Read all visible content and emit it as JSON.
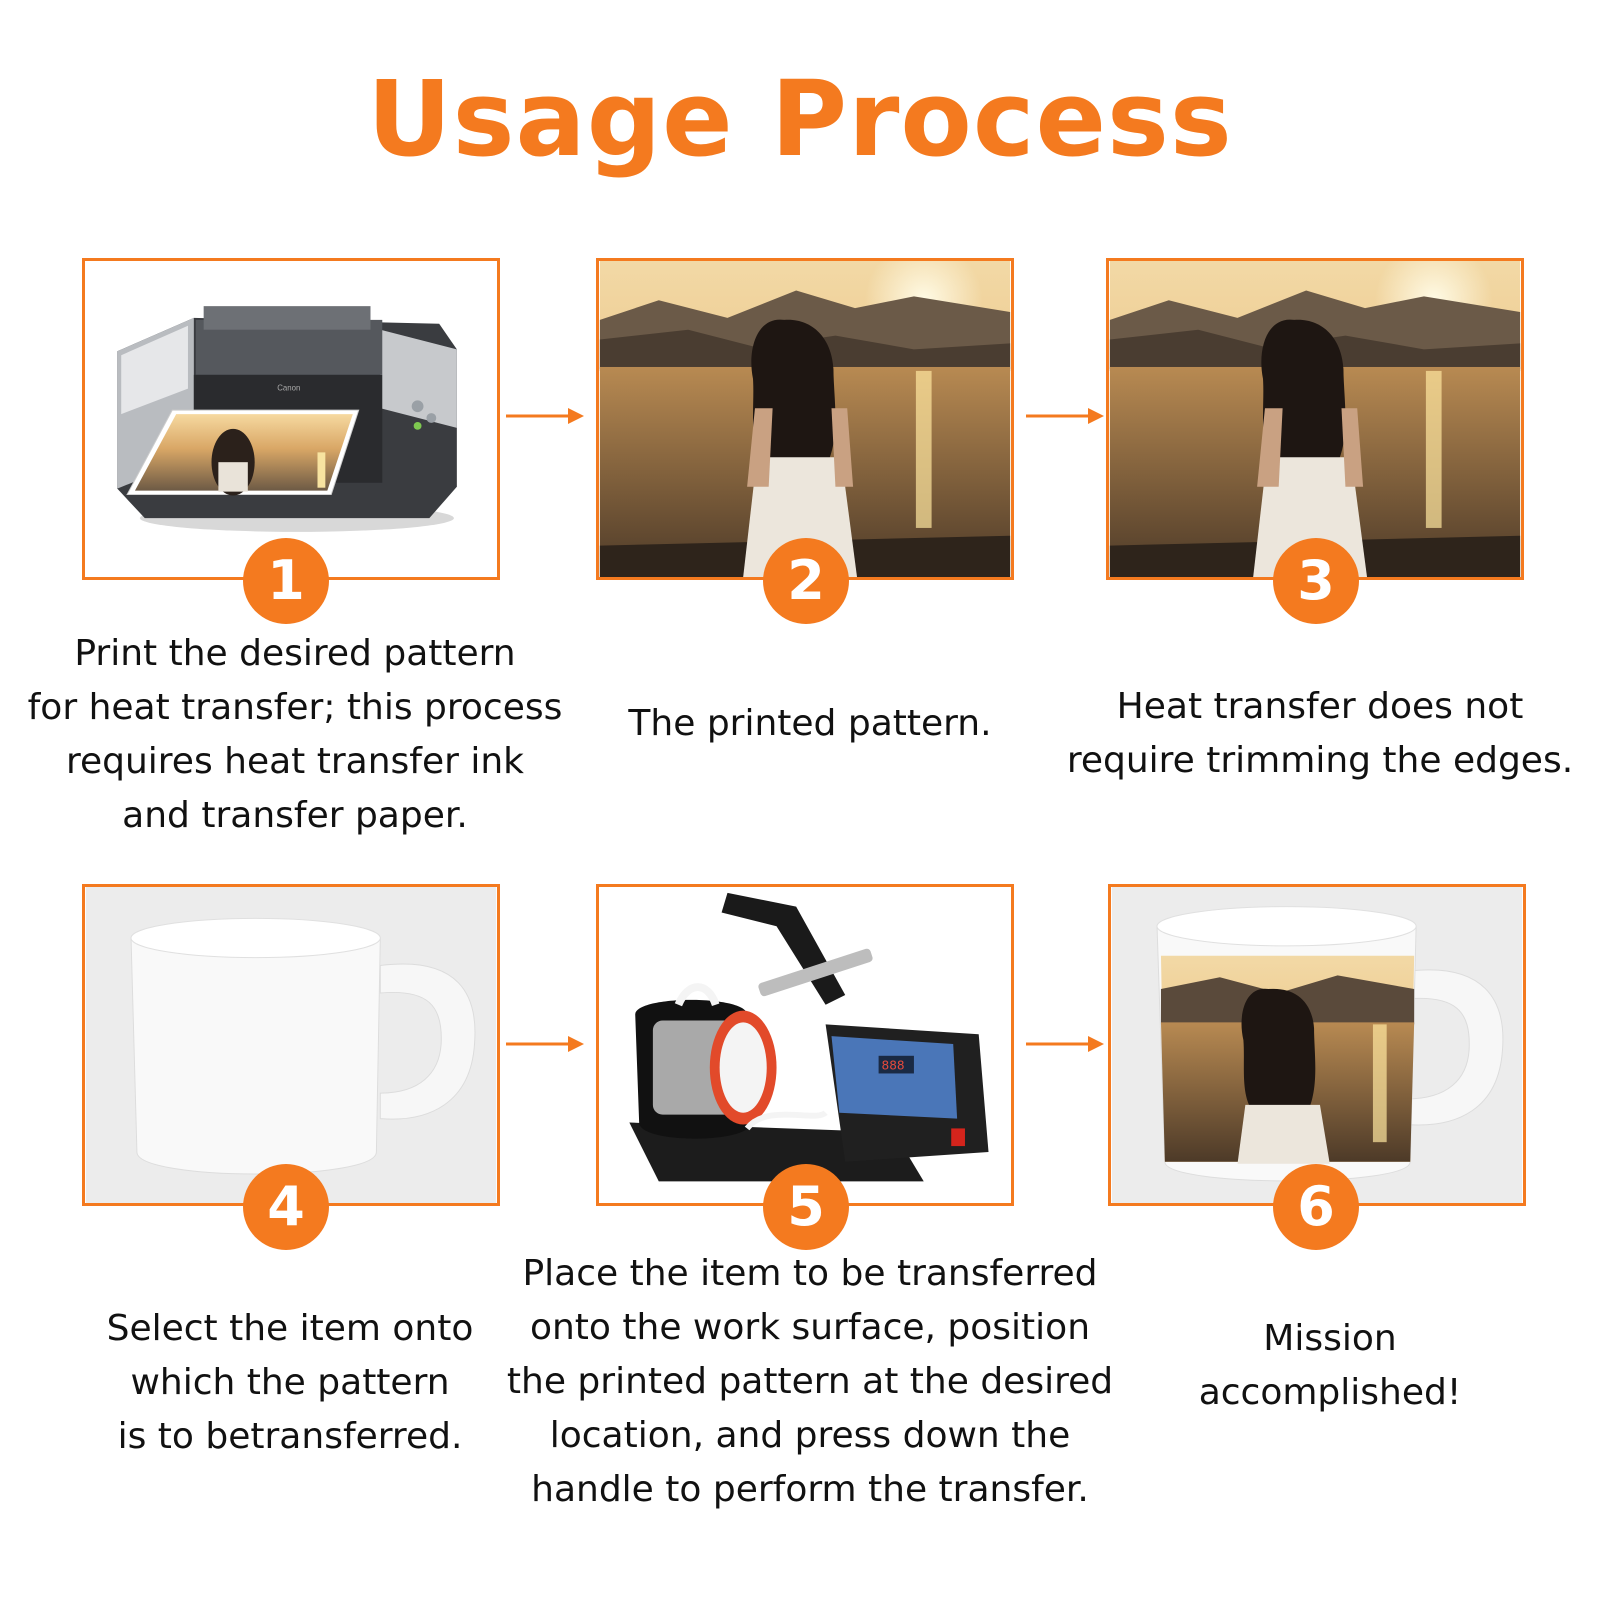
{
  "title": "Usage Process",
  "accent_color": "#f47a1f",
  "steps": [
    {
      "number": "1",
      "image": "printer-printing-photo",
      "caption": [
        "Print the desired pattern",
        "for heat transfer; this process",
        "requires heat transfer ink",
        "and transfer paper."
      ]
    },
    {
      "number": "2",
      "image": "woman-sunset-lake-photo",
      "caption": [
        "The printed pattern."
      ]
    },
    {
      "number": "3",
      "image": "woman-sunset-lake-photo",
      "caption": [
        "Heat transfer does not",
        "require trimming the edges."
      ]
    },
    {
      "number": "4",
      "image": "blank-white-mug",
      "caption": [
        "Select the item onto",
        "which the pattern",
        "is to betransferred."
      ]
    },
    {
      "number": "5",
      "image": "mug-heat-press-machine",
      "caption": [
        "Place the item to be transferred",
        "onto the work surface, position",
        "the printed pattern at the desired",
        "location, and press down the",
        "handle to perform the transfer."
      ]
    },
    {
      "number": "6",
      "image": "mug-with-printed-photo",
      "caption": [
        "Mission",
        "accomplished!"
      ]
    }
  ]
}
